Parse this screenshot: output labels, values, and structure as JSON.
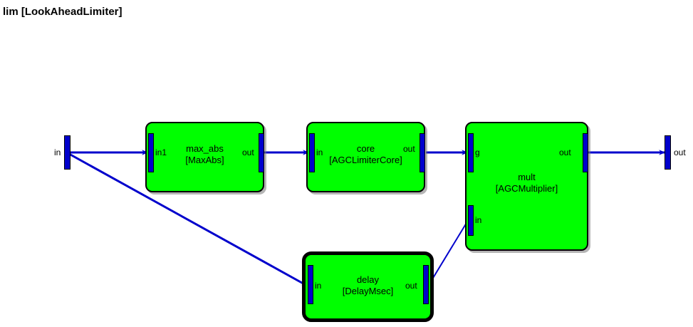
{
  "diagram": {
    "title": "lim [LookAheadLimiter]",
    "background_color": "#ffffff",
    "block_fill_color": "#00ff00",
    "block_border_color": "#000000",
    "wire_color": "#0000cc",
    "port_color": "#0000cc"
  },
  "external_ports": [
    {
      "id": "ext-in",
      "label": "in",
      "side": "left"
    },
    {
      "id": "ext-out",
      "label": "out",
      "side": "right"
    }
  ],
  "blocks": [
    {
      "id": "max_abs",
      "name": "max_abs",
      "type": "[MaxAbs]",
      "selected": false,
      "ports": [
        {
          "id": "max_abs-in1",
          "label": "in1",
          "direction": "input",
          "side": "left"
        },
        {
          "id": "max_abs-out",
          "label": "out",
          "direction": "output",
          "side": "right"
        }
      ]
    },
    {
      "id": "core",
      "name": "core",
      "type": "[AGCLimiterCore]",
      "selected": false,
      "ports": [
        {
          "id": "core-in",
          "label": "in",
          "direction": "input",
          "side": "left"
        },
        {
          "id": "core-out",
          "label": "out",
          "direction": "output",
          "side": "right"
        }
      ]
    },
    {
      "id": "mult",
      "name": "mult",
      "type": "[AGCMultiplier]",
      "selected": false,
      "ports": [
        {
          "id": "mult-g",
          "label": "g",
          "direction": "input",
          "side": "left"
        },
        {
          "id": "mult-in",
          "label": "in",
          "direction": "input",
          "side": "left"
        },
        {
          "id": "mult-out",
          "label": "out",
          "direction": "output",
          "side": "right"
        }
      ]
    },
    {
      "id": "delay",
      "name": "delay",
      "type": "[DelayMsec]",
      "selected": true,
      "ports": [
        {
          "id": "delay-in",
          "label": "in",
          "direction": "input",
          "side": "left"
        },
        {
          "id": "delay-out",
          "label": "out",
          "direction": "output",
          "side": "right"
        }
      ]
    }
  ],
  "connections": [
    {
      "id": "wire-in-maxabs",
      "from": "ext-in",
      "to": "max_abs-in1"
    },
    {
      "id": "wire-in-delay",
      "from": "ext-in",
      "to": "delay-in"
    },
    {
      "id": "wire-maxabs-core",
      "from": "max_abs-out",
      "to": "core-in"
    },
    {
      "id": "wire-core-mult",
      "from": "core-out",
      "to": "mult-g"
    },
    {
      "id": "wire-delay-mult",
      "from": "delay-out",
      "to": "mult-in"
    },
    {
      "id": "wire-mult-out",
      "from": "mult-out",
      "to": "ext-out"
    }
  ]
}
